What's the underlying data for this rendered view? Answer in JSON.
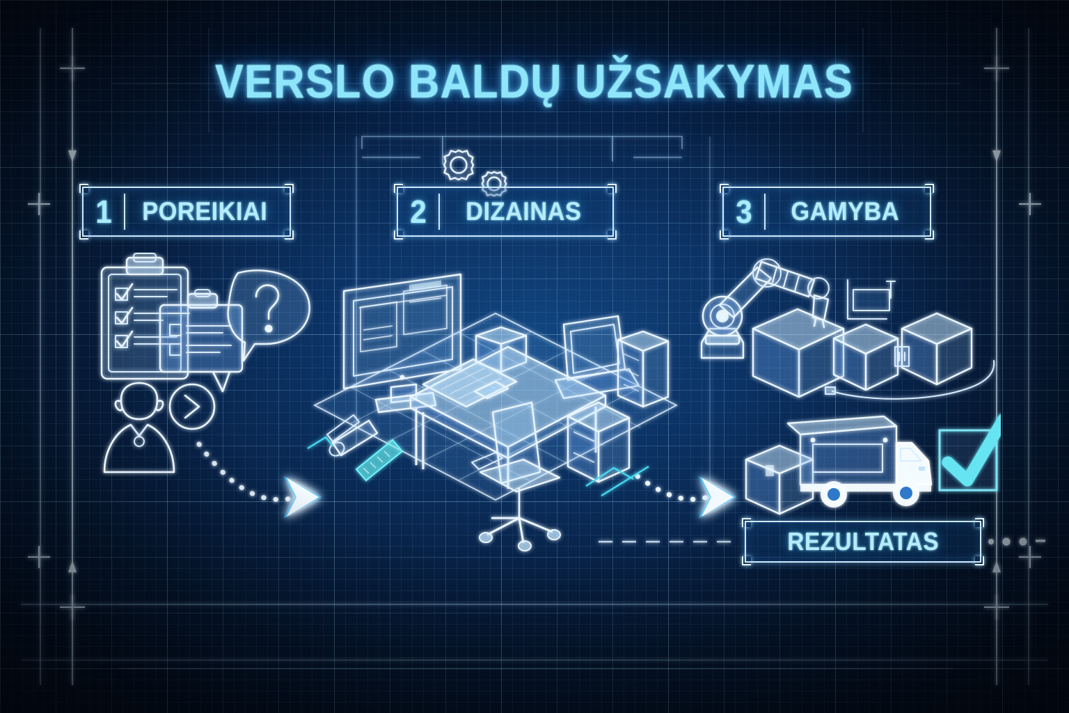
{
  "meta": {
    "style": "technical blueprint infographic",
    "language": "lt",
    "background_color": "#0c3467",
    "accent_color": "#8fe6fb",
    "line_color": "#eaf6ff",
    "highlight_color": "#49d8ef"
  },
  "header": {
    "title": "VERSLO BALDŲ UŽSAKYMAS"
  },
  "steps": [
    {
      "number": "1",
      "label": "POREIKIAI",
      "icons": [
        "clipboard-checklist-icon",
        "clipboard-form-icon",
        "question-speech-bubble-icon",
        "user-person-icon",
        "chevron-circle-icon"
      ]
    },
    {
      "number": "2",
      "label": "DIZAINAS",
      "icons": [
        "desktop-monitor-icon",
        "cube-icon",
        "keyboard-icon",
        "office-desk-icon",
        "office-chair-icon",
        "filing-cabinet-icon",
        "laptop-icon",
        "blueprint-roll-icon",
        "ruler-icon",
        "gear-icon"
      ]
    },
    {
      "number": "3",
      "label": "GAMYBA",
      "icons": [
        "robotic-arm-icon",
        "carton-box-icon",
        "factory-machine-icon",
        "conveyor-icon"
      ]
    }
  ],
  "result": {
    "label": "REZULTATAS",
    "icons": [
      "delivery-truck-icon",
      "package-box-icon",
      "checkmark-box-icon"
    ]
  },
  "connectors": {
    "step1_to_step2": "dashed-line",
    "step2_to_step3": "dashed-line",
    "flow_arrow_1": "dotted-arrow",
    "flow_arrow_2": "dotted-arrow",
    "result_connector": "dashed-line-with-dots"
  },
  "decor": {
    "gears_count": "2",
    "crosshair_markers": "8",
    "frame_rules": "4"
  }
}
